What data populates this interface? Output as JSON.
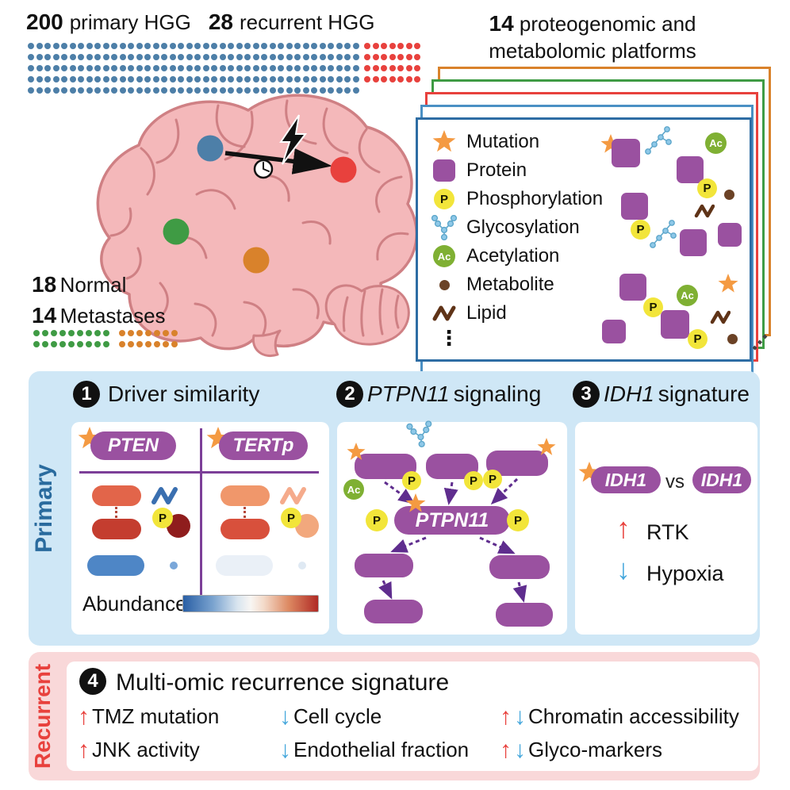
{
  "palette": {
    "primary_blue": "#4d7fa8",
    "recurrent_red": "#e8413d",
    "normal_green": "#3f9b44",
    "metastasis_orange": "#d9822b",
    "protein_purple": "#9a51a0",
    "phospho_yellow": "#f2e53a",
    "acetyl_green": "#7fb033",
    "glyco_blue": "#8ec8e8",
    "metabolite_brown": "#6b4226",
    "lipid_brown": "#5f3317",
    "mutation_orange": "#f49a42",
    "primary_section_bg": "#cfe7f6",
    "recurrent_section_bg": "#f9d8d9"
  },
  "icons": {
    "phospho_label": "P",
    "acetyl_label": "Ac",
    "up_arrow": "↑",
    "down_arrow": "↓"
  },
  "cohort": {
    "primary_count": "200",
    "primary_label": "primary HGG",
    "recurrent_count": "28",
    "recurrent_label": "recurrent HGG",
    "normal_count": "18",
    "normal_label": "Normal",
    "metastases_count": "14",
    "metastases_label": "Metastases",
    "dots": {
      "primary": 200,
      "recurrent": 28,
      "normal": 18,
      "metastases": 14
    }
  },
  "platforms": {
    "count": "14",
    "title_line1": "proteogenomic and",
    "title_line2": "metabolomic platforms",
    "legend": [
      {
        "type": "mutation",
        "label": "Mutation"
      },
      {
        "type": "protein",
        "label": "Protein"
      },
      {
        "type": "phospho",
        "label": "Phosphorylation"
      },
      {
        "type": "glyco",
        "label": "Glycosylation"
      },
      {
        "type": "acetyl",
        "label": "Acetylation"
      },
      {
        "type": "metabolite",
        "label": "Metabolite"
      },
      {
        "type": "lipid",
        "label": "Lipid"
      }
    ],
    "legend_ellipsis": "⋮",
    "stack_ellipsis": "…"
  },
  "primary_section": {
    "side_label": "Primary",
    "headers": [
      {
        "num": "1",
        "italic": "",
        "rest": "Driver similarity"
      },
      {
        "num": "2",
        "italic": "PTPN11",
        "rest": " signaling"
      },
      {
        "num": "3",
        "italic": "IDH1",
        "rest": " signature"
      }
    ],
    "driver": {
      "gene_left": "PTEN",
      "gene_right": "TERTp",
      "abundance_label": "Abundance"
    },
    "ptpn11": {
      "center_gene": "PTPN11"
    },
    "idh1": {
      "gene_mut": "IDH1",
      "vs": "vs",
      "gene_wt": "IDH1",
      "up_label": "RTK",
      "down_label": "Hypoxia"
    }
  },
  "recurrent_section": {
    "side_label": "Recurrent",
    "header_num": "4",
    "header": "Multi-omic recurrence signature",
    "items": [
      {
        "dir": "up",
        "label": "TMZ mutation"
      },
      {
        "dir": "down",
        "label": "Cell cycle"
      },
      {
        "dir": "updown",
        "label": "Chromatin accessibility"
      },
      {
        "dir": "up",
        "label": "JNK activity"
      },
      {
        "dir": "down",
        "label": "Endothelial fraction"
      },
      {
        "dir": "updown",
        "label": "Glyco-markers"
      }
    ]
  }
}
